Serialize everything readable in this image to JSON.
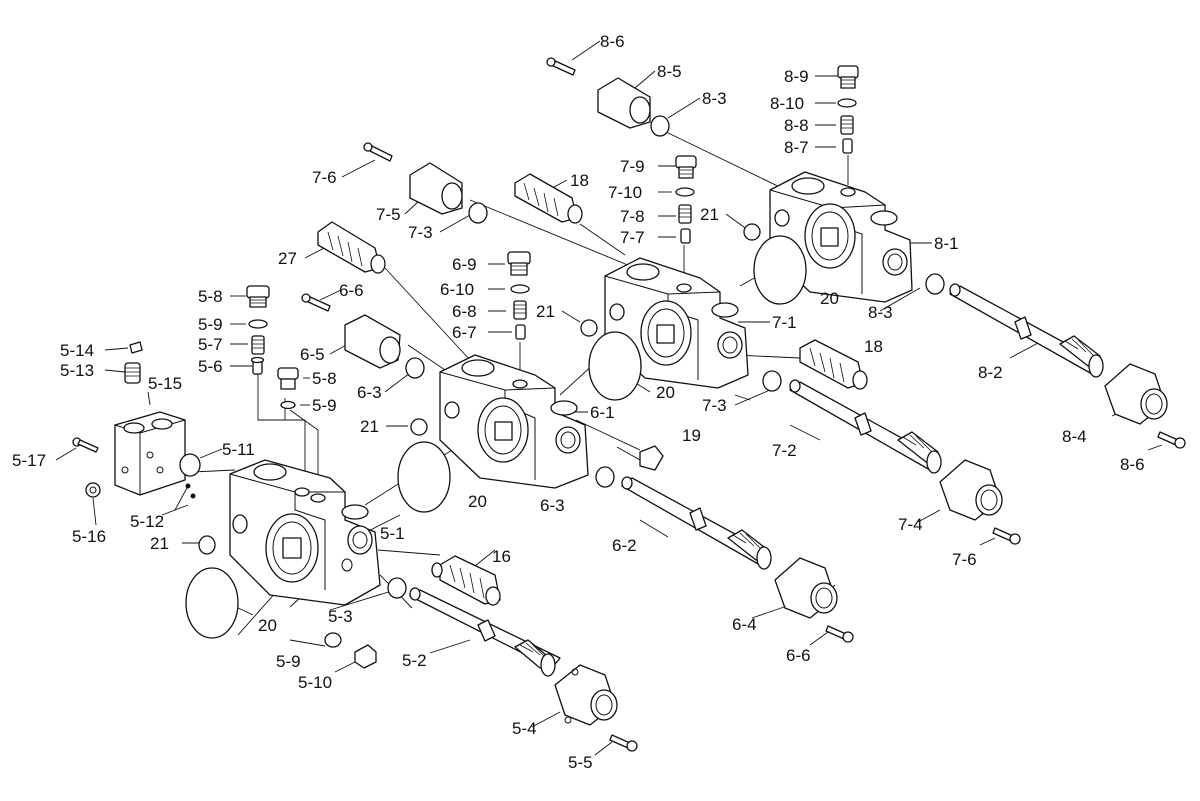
{
  "callouts": [
    "8-6",
    "8-5",
    "8-3",
    "8-9",
    "8-10",
    "8-8",
    "8-7",
    "7-6",
    "7-5",
    "18",
    "7-9",
    "7-10",
    "7-8",
    "7-7",
    "21",
    "8-1",
    "7-3",
    "27",
    "6-9",
    "6-10",
    "6-8",
    "6-7",
    "6-6",
    "21",
    "7-1",
    "20",
    "8-3",
    "5-8",
    "5-9",
    "5-7",
    "5-6",
    "6-5",
    "5-8",
    "5-9",
    "6-3",
    "18",
    "20",
    "8-2",
    "5-14",
    "5-13",
    "5-15",
    "21",
    "6-1",
    "7-3",
    "8-4",
    "5-17",
    "5-11",
    "19",
    "20",
    "7-2",
    "8-6",
    "5-16",
    "5-12",
    "21",
    "5-1",
    "6-3",
    "6-2",
    "7-4",
    "7-6",
    "16",
    "5-3",
    "20",
    "6-4",
    "6-6",
    "5-9",
    "5-10",
    "5-2",
    "5-4",
    "5-5"
  ]
}
